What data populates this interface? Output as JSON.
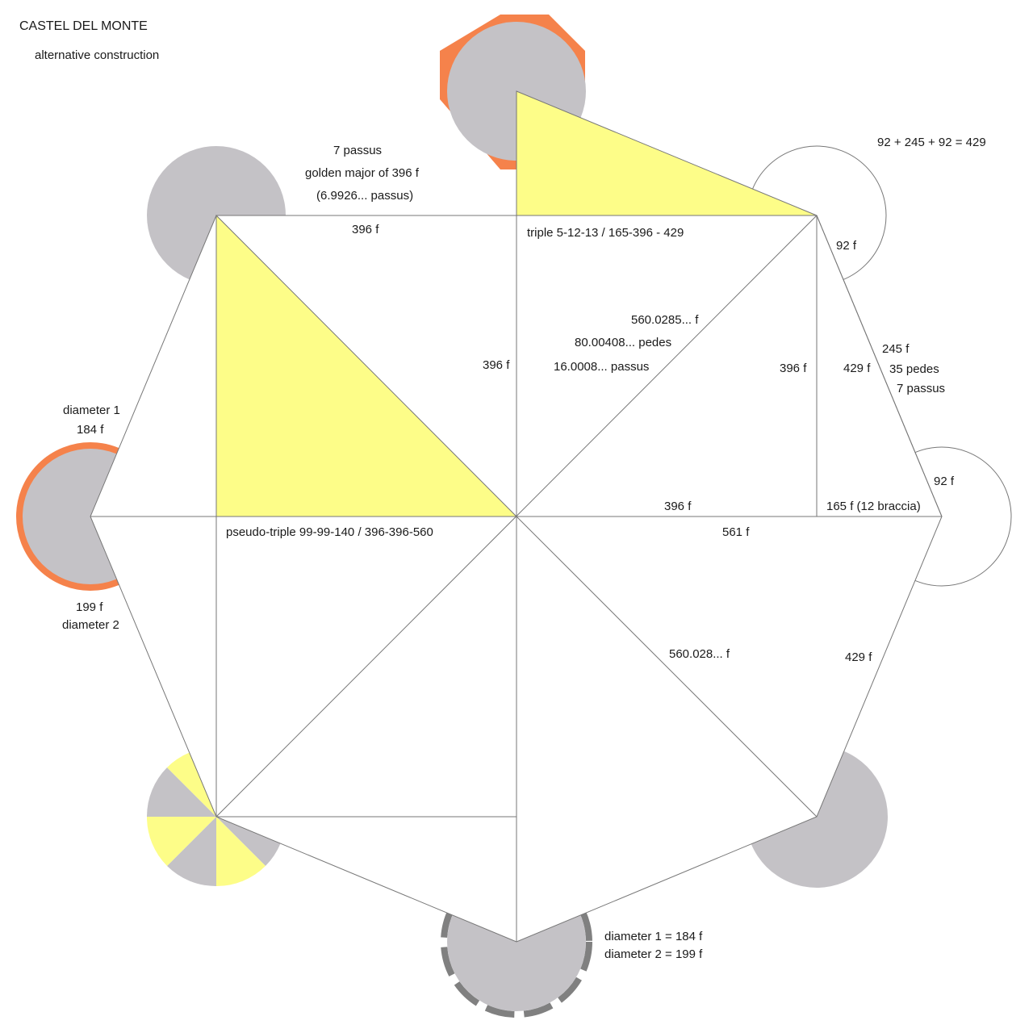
{
  "title": "CASTEL DEL MONTE",
  "subtitle": "alternative construction",
  "colors": {
    "tower_gray": "#c4c2c6",
    "triangle_yellow": "#fdfd88",
    "orange": "#f5824b",
    "ring_gray": "#808080",
    "line": "#777777"
  },
  "labels": {
    "top_passus": "7 passus",
    "golden_major": "golden major of 396 f",
    "golden_value": "(6.9926... passus)",
    "sum": "92 + 245 + 92 = 429",
    "top_edge": "396 f",
    "triple": "triple  5-12-13  /  165-396 - 429",
    "ne_92": "92 f",
    "diag_f": "560.0285... f",
    "diag_pedes": "80.00408... pedes",
    "diag_passus": "16.0008... passus",
    "mid_396": "396 f",
    "right_396": "396 f",
    "side_429": "429 f",
    "side_245": "245 f",
    "side_pedes": "35 pedes",
    "side_passus": "7 passus",
    "diameter1_label": "diameter 1",
    "diameter1_value": "184 f",
    "east_92": "92 f",
    "horiz_396": "396 f",
    "braccia": "165 f  (12 braccia)",
    "pseudo_triple": "pseudo-triple  99-99-140 / 396-396-560",
    "h_561": "561 f",
    "diameter2_value": "199 f",
    "diameter2_label": "diameter 2",
    "diag_lower": "560.028... f",
    "lower_429": "429 f",
    "legend_d1": "diameter 1 = 184 f",
    "legend_d2": "diameter 2 = 199 f"
  }
}
